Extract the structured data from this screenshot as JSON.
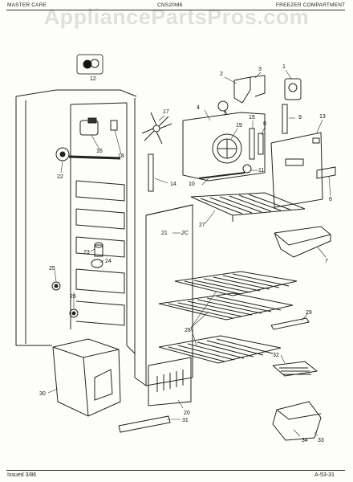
{
  "header": {
    "left": "MASTER CARE",
    "center": "CNS20M6",
    "right": "FREEZER COMPARTMENT"
  },
  "watermark": "AppliancePartsPros.com",
  "footer": {
    "issued": "Issued 3/86",
    "code": "A-53-31"
  },
  "callouts": [
    "1",
    "2",
    "3",
    "4",
    "5",
    "6",
    "7",
    "8",
    "9",
    "10",
    "11",
    "12",
    "13",
    "14",
    "15",
    "16",
    "17",
    "18",
    "19",
    "20",
    "21",
    "22",
    "23",
    "24",
    "25",
    "26",
    "27",
    "28",
    "29",
    "30",
    "31",
    "32",
    "33",
    "34"
  ],
  "inline_label": "2C"
}
